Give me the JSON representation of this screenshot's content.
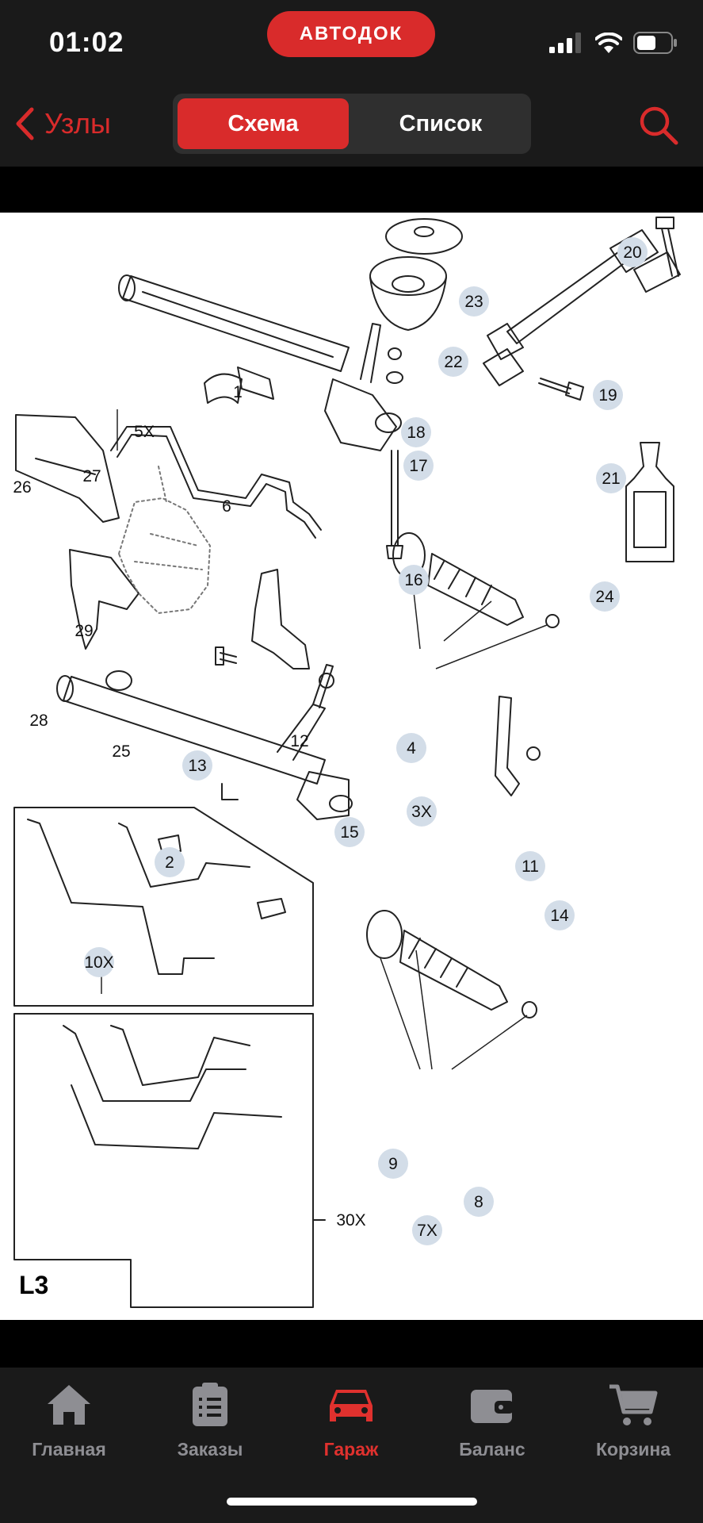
{
  "status": {
    "time": "01:02",
    "brand": "АВТОДОК"
  },
  "nav": {
    "back_label": "Узлы",
    "tabs": [
      "Схема",
      "Список"
    ],
    "active_tab": "Схема"
  },
  "diagram": {
    "title": "L3",
    "part_numbers": [
      "1",
      "2",
      "3X",
      "4",
      "5X",
      "6",
      "7X",
      "8",
      "9",
      "10X",
      "11",
      "12",
      "13",
      "14",
      "15",
      "16",
      "17",
      "18",
      "19",
      "20",
      "21",
      "22",
      "23",
      "24",
      "25",
      "26",
      "27",
      "28",
      "29",
      "30X"
    ]
  },
  "tabbar": {
    "items": [
      {
        "label": "Главная",
        "icon": "home-icon"
      },
      {
        "label": "Заказы",
        "icon": "orders-icon"
      },
      {
        "label": "Гараж",
        "icon": "car-icon"
      },
      {
        "label": "Баланс",
        "icon": "wallet-icon"
      },
      {
        "label": "Корзина",
        "icon": "cart-icon"
      }
    ],
    "active": "Гараж"
  },
  "colors": {
    "accent": "#d92b2b",
    "badge": "#d3dde8",
    "bar": "#1a1a1a"
  }
}
